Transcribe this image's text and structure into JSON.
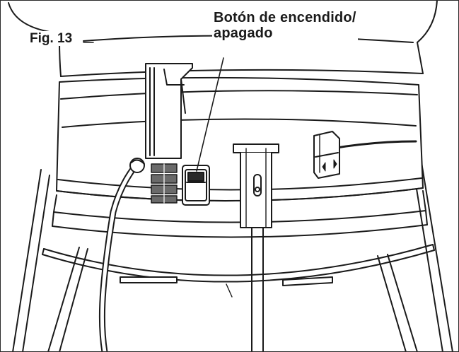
{
  "figure": {
    "label": "Fig. 13",
    "callout": {
      "line1": "Botón de encendido/",
      "line2": "apagado"
    }
  },
  "colors": {
    "line": "#1a1a1a",
    "fill": "#ffffff",
    "shade": "#6a6a6a"
  }
}
